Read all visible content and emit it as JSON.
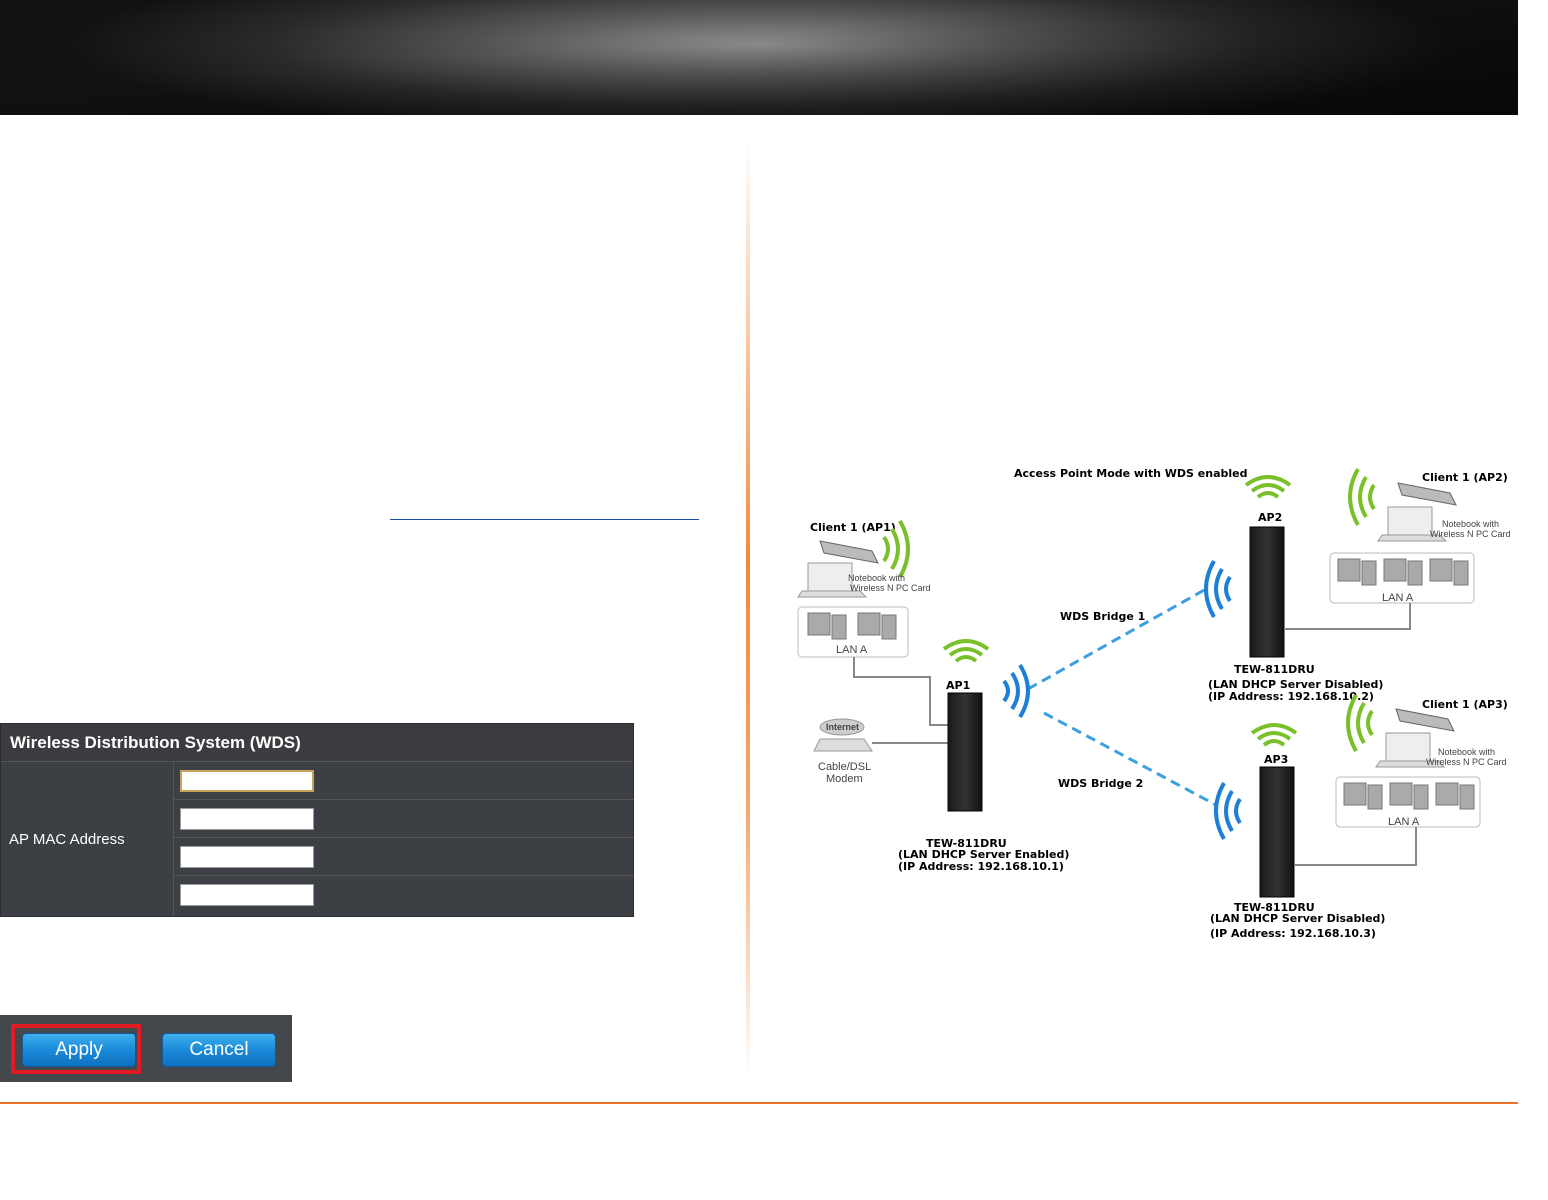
{
  "wds_panel": {
    "title": "Wireless Distribution System (WDS)",
    "label": "AP MAC Address",
    "fields": [
      "",
      "",
      "",
      ""
    ]
  },
  "buttons": {
    "apply": "Apply",
    "cancel": "Cancel"
  },
  "diagram": {
    "title": "Access Point Mode with WDS enabled",
    "ap_labels": [
      "AP1",
      "AP2",
      "AP3"
    ],
    "bridges": [
      "WDS Bridge 1",
      "WDS Bridge 2"
    ],
    "clients": [
      "Client 1 (AP1)",
      "Client 1 (AP2)",
      "Client 1 (AP3)"
    ],
    "notebook_line1": "Notebook with",
    "notebook_line2": "Wireless N PC Card",
    "lan": "LAN A",
    "internet": "Internet",
    "modem_line1": "Cable/DSL",
    "modem_line2": "Modem",
    "devices": [
      {
        "model": "TEW-811DRU",
        "dhcp": "(LAN DHCP Server Enabled)",
        "ip": "(IP Address: 192.168.10.1)"
      },
      {
        "model": "TEW-811DRU",
        "dhcp": "(LAN DHCP Server Disabled)",
        "ip": "(IP Address: 192.168.10.2)"
      },
      {
        "model": "TEW-811DRU",
        "dhcp": "(LAN DHCP Server Disabled)",
        "ip": "(IP Address: 192.168.10.3)"
      }
    ]
  },
  "colors": {
    "accent": "#e8742c",
    "button": "#1b8ad8",
    "highlight": "#e01b24",
    "wifi_green": "#7ac02a",
    "wifi_blue": "#1e7fd8"
  }
}
